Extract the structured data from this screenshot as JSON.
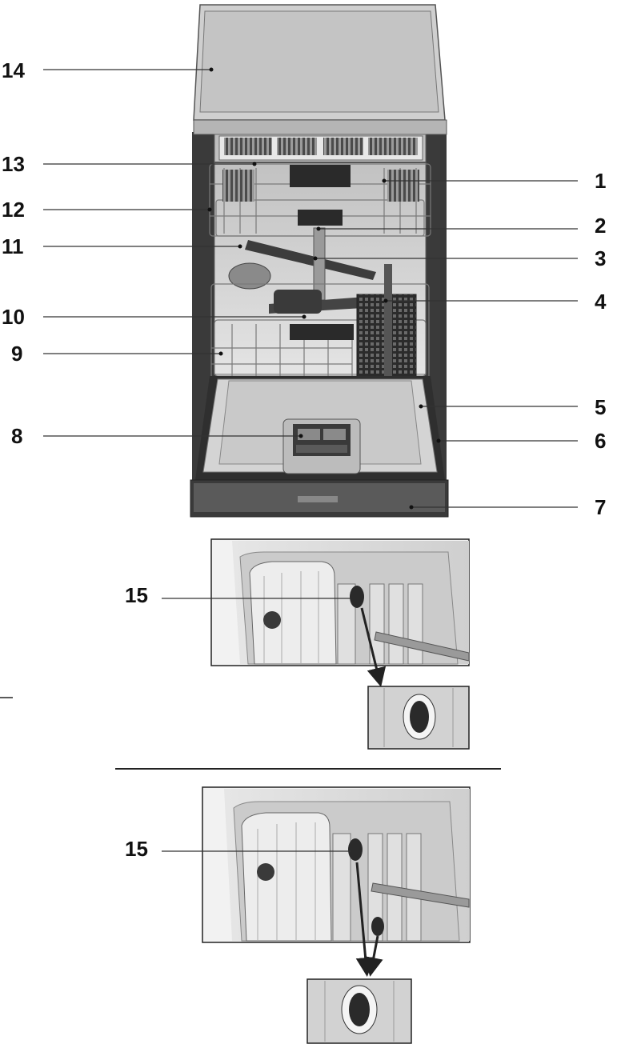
{
  "callouts": {
    "c1": "1",
    "c2": "2",
    "c3": "3",
    "c4": "4",
    "c5": "5",
    "c6": "6",
    "c7": "7",
    "c8": "8",
    "c9": "9",
    "c10": "10",
    "c11": "11",
    "c12": "12",
    "c13": "13",
    "c14": "14",
    "c15a": "15",
    "c15b": "15"
  },
  "colors": {
    "cabinet": "#c8c8c8",
    "cabinet_dark": "#3a3a3a",
    "tub": "#d6d6d6",
    "rack_wire": "#7a7a7a",
    "basket": "#2e2e2e",
    "leader_line": "#333333"
  },
  "icons": [
    "dishwasher-front-view",
    "filter-detail-view",
    "filter-closeup-view"
  ]
}
